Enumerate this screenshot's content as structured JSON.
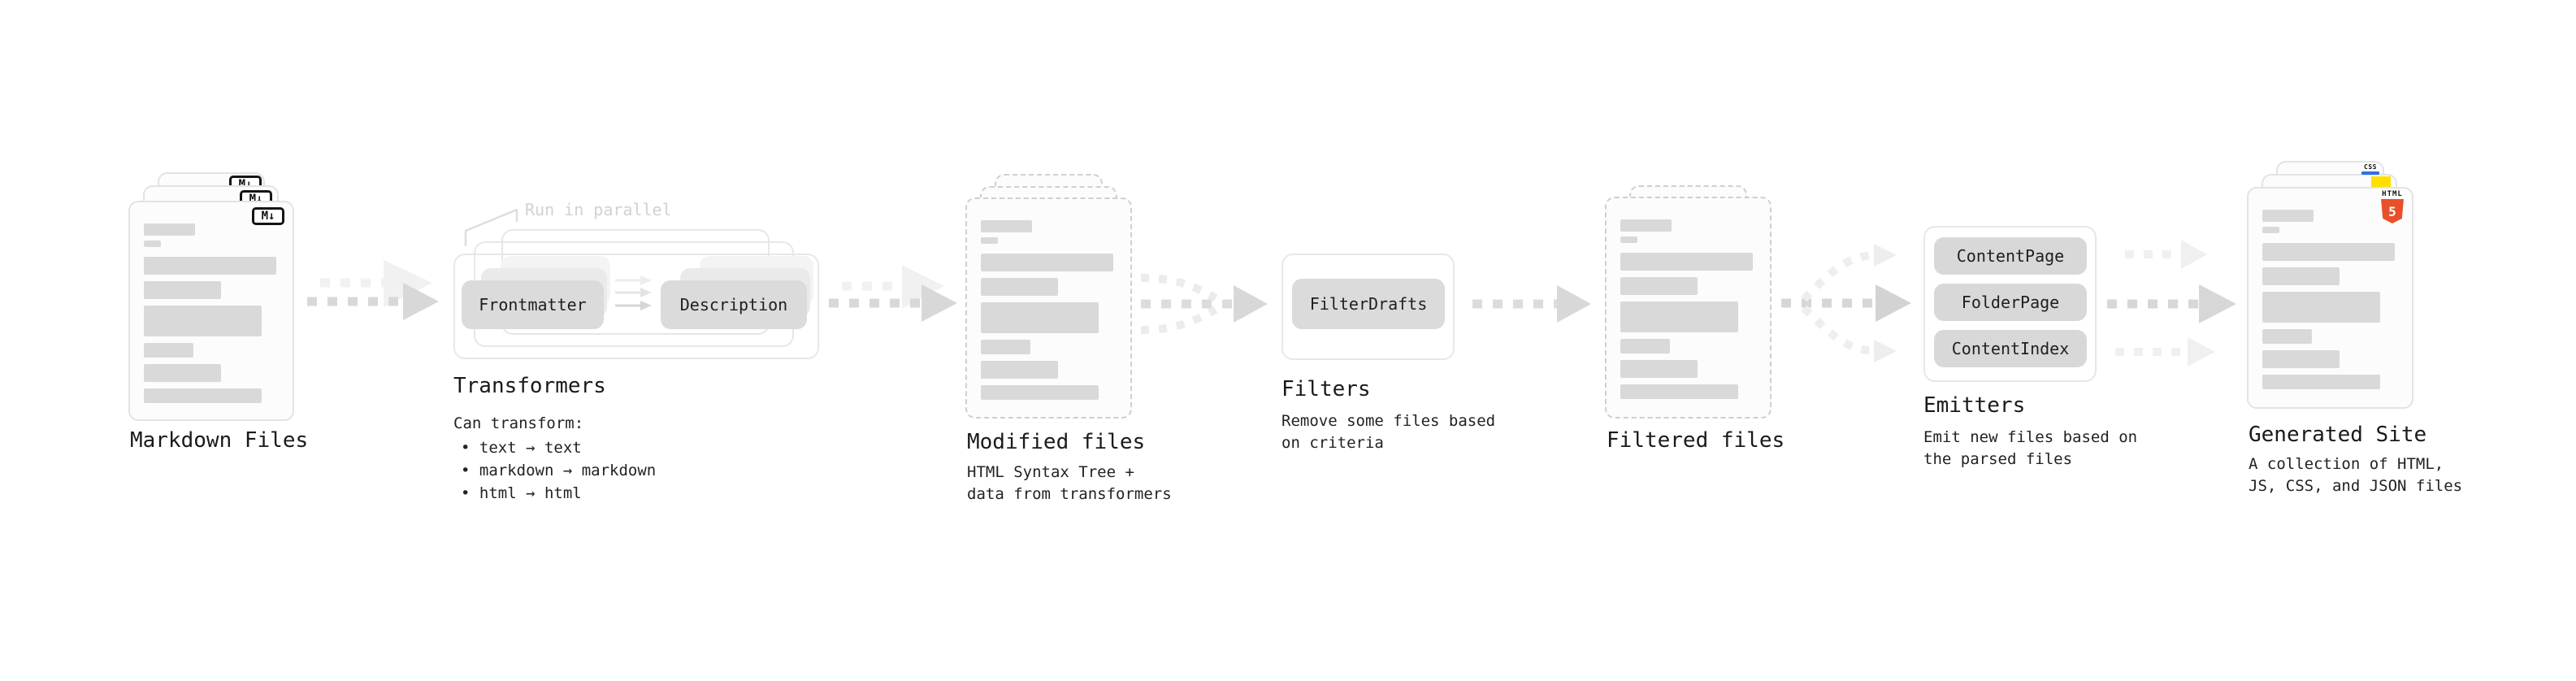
{
  "diagram": {
    "nodes": {
      "markdown": {
        "title": "Markdown Files",
        "badge": "M↓"
      },
      "transformers": {
        "annotation": "Run in parallel",
        "pills": [
          "Frontmatter",
          "Description"
        ],
        "title": "Transformers",
        "description": "Can transform:",
        "bullets": [
          "• text → text",
          "• markdown → markdown",
          "• html → html"
        ]
      },
      "modified": {
        "title": "Modified files",
        "description": "HTML Syntax Tree +\ndata from transformers"
      },
      "filters": {
        "pill": "FilterDrafts",
        "title": "Filters",
        "description": "Remove some files based\non criteria"
      },
      "filtered": {
        "title": "Filtered files"
      },
      "emitters": {
        "pills": [
          "ContentPage",
          "FolderPage",
          "ContentIndex"
        ],
        "title": "Emitters",
        "description": "Emit new files based on\nthe parsed files"
      },
      "generated": {
        "title": "Generated Site",
        "description": "A collection of HTML,\nJS, CSS, and JSON files",
        "badges": {
          "css_label": "CSS",
          "html_label": "HTML",
          "html_number": "5"
        }
      }
    },
    "colors": {
      "html5_orange": "#e8502a",
      "js_yellow": "#ffdf00",
      "css_blue": "#2f6fe8",
      "card_border": "#e3e3e3",
      "dashed_border": "#cfcfcf",
      "pill_gray": "#dbdbdb",
      "bar_gray": "#d9d9d9",
      "arrow_gray": "#d7d7d7",
      "arrow_light": "#f0f0f0",
      "ink": "#1a1a1a",
      "annotation_gray": "#d2d2d2"
    }
  }
}
